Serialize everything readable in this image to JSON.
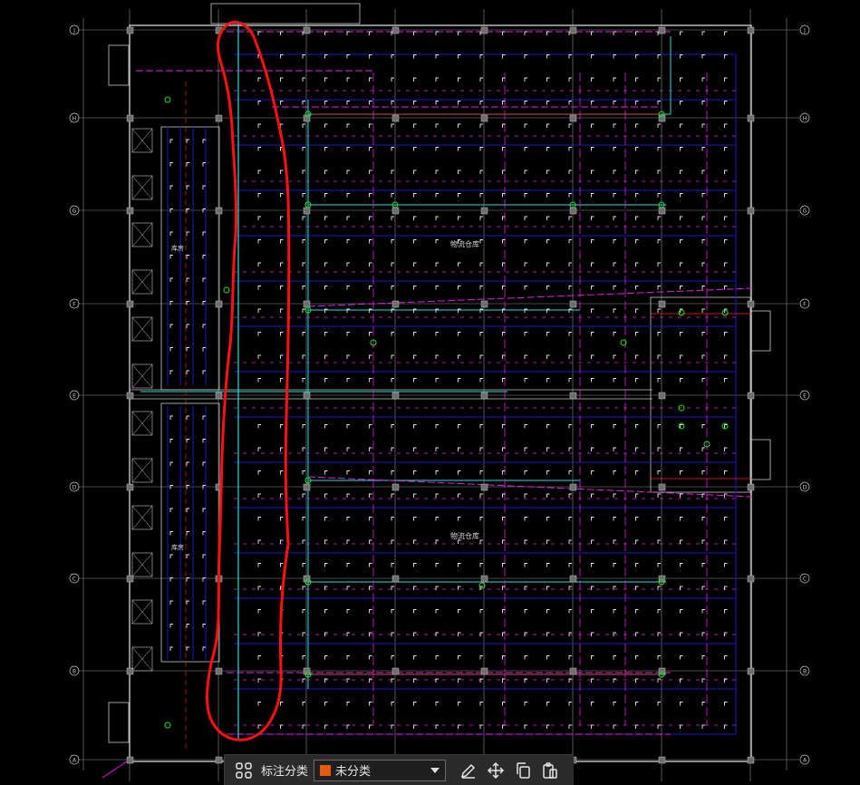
{
  "drawing": {
    "region_label_top": "物流仓库",
    "region_label_bottom": "物流仓库",
    "room_label_top": "库房",
    "room_label_bottom": "库房",
    "axis_left": [
      "J",
      "H",
      "G",
      "F",
      "E",
      "D",
      "C",
      "B",
      "A"
    ],
    "axis_right": [
      "J",
      "H",
      "G",
      "F",
      "E",
      "D",
      "C",
      "B",
      "A"
    ],
    "colors": {
      "background": "#000000",
      "grid": "#8c8c8c",
      "wall": "#c8c8c8",
      "duct_blue": "#1a1ac8",
      "pipe_magenta": "#e020e0",
      "pipe_cyan": "#20e0e0",
      "pipe_red": "#ff2020",
      "node_green": "#20e020",
      "sprinkler_white": "#e8e8e8",
      "annotation_red": "#ff1010"
    }
  },
  "toolbar": {
    "category_label": "标注分类",
    "category_value": "未分类",
    "category_color": "#e8590c",
    "icons": [
      "grid-apps-icon",
      "edit-icon",
      "move-icon",
      "copy-icon",
      "paste-icon"
    ]
  }
}
